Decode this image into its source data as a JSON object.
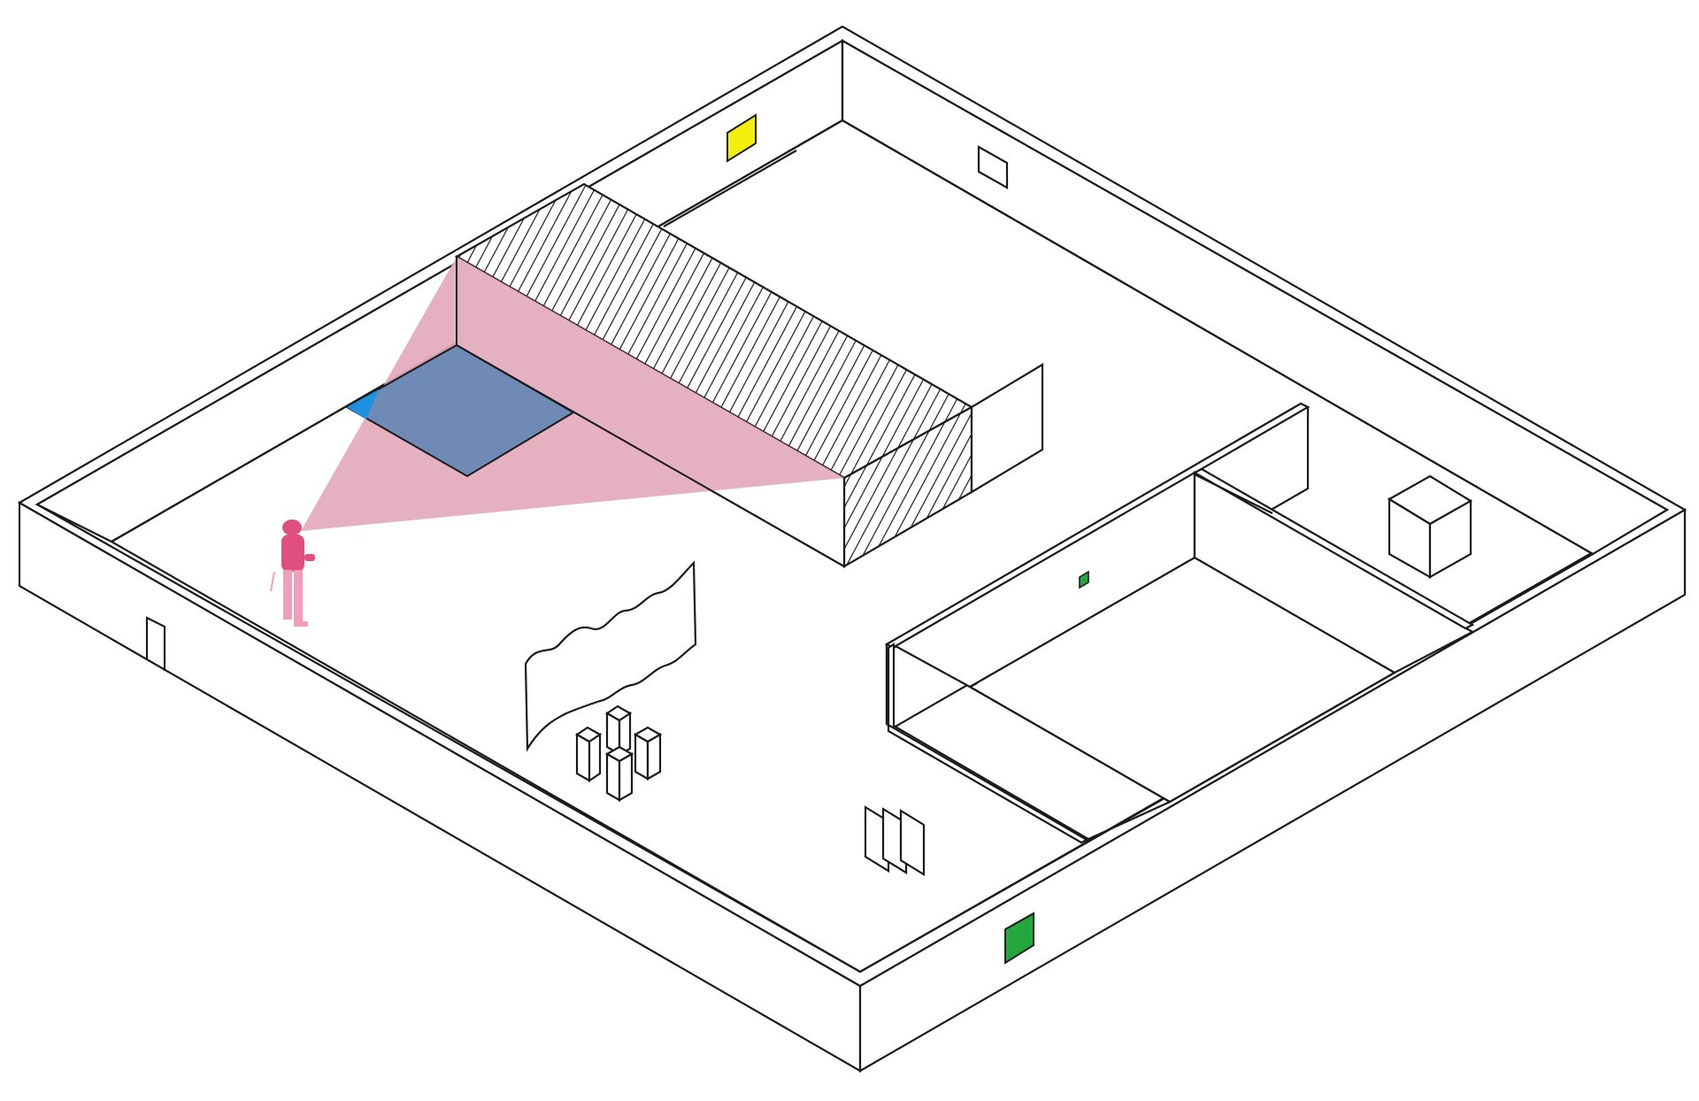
{
  "scene": {
    "kind": "axonometric-gallery-floor-plan",
    "background": "#ffffff",
    "line_color": "#1a1a1a"
  },
  "colors": {
    "view_cone": "#e3aabb",
    "viewed_patch": "#6f8ab4",
    "viewed_patch_edge": "#1e90e0",
    "visitor": "#e0507e",
    "visitor_light": "#ef9fbb",
    "yellow_marker": "#f4ee0f",
    "green_marker_large": "#22a83c",
    "green_marker_small": "#22a83c",
    "hatch": "#1a1a1a"
  },
  "elements": {
    "visitor_icon": "person-icon",
    "yellow_marker_icon": "yellow-square-marker",
    "green_marker_icon": "green-square-marker",
    "outline_marker_icon": "outline-square-marker"
  }
}
